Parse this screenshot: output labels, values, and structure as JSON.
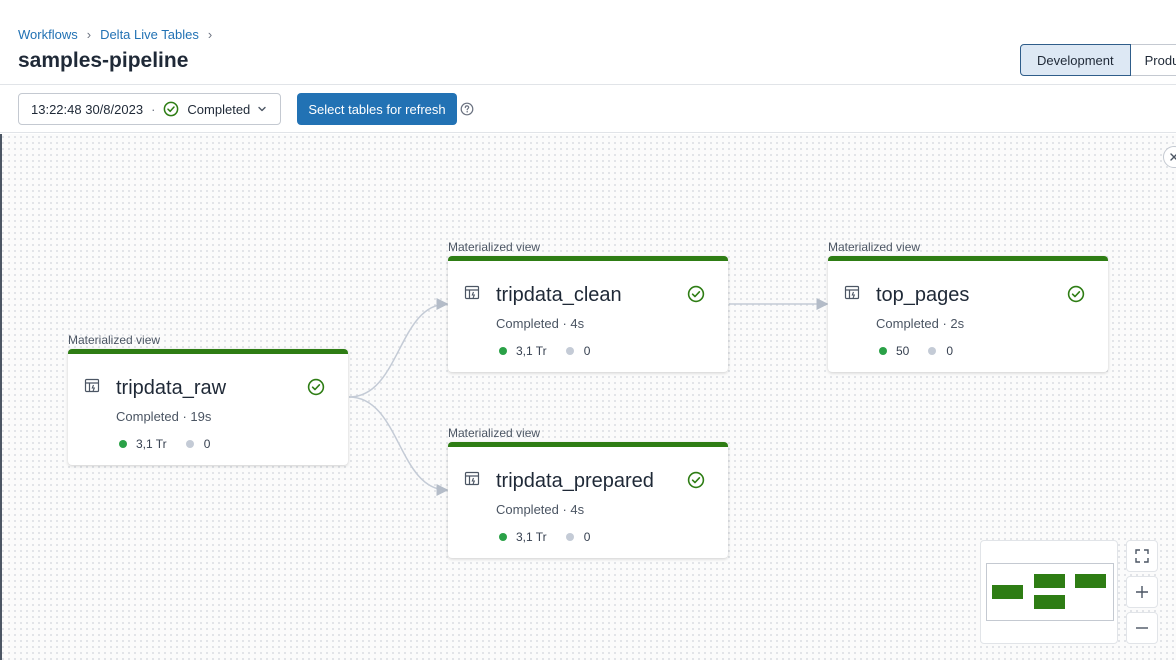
{
  "breadcrumb": [
    "Workflows",
    "Delta Live Tables"
  ],
  "page_title": "samples-pipeline",
  "modes": {
    "development": "Development",
    "production": "Production"
  },
  "run": {
    "timestamp": "13:22:48 30/8/2023",
    "separator": "·",
    "status": "Completed"
  },
  "refresh_button": "Select tables for refresh",
  "nodes": [
    {
      "caption": "Materialized view",
      "name": "tripdata_raw",
      "status": "Completed · 19s",
      "rows": "3,1 Tr",
      "skipped": "0"
    },
    {
      "caption": "Materialized view",
      "name": "tripdata_clean",
      "status": "Completed · 4s",
      "rows": "3,1 Tr",
      "skipped": "0"
    },
    {
      "caption": "Materialized view",
      "name": "top_pages",
      "status": "Completed · 2s",
      "rows": "50",
      "skipped": "0"
    },
    {
      "caption": "Materialized view",
      "name": "tripdata_prepared",
      "status": "Completed · 4s",
      "rows": "3,1 Tr",
      "skipped": "0"
    }
  ],
  "colors": {
    "accent": "#2272b4",
    "success": "#2e7d14",
    "success_dot": "#2aa147",
    "muted_dot": "#c4cbd6"
  },
  "icons": [
    "chevron-right-icon",
    "check-circle-icon",
    "chevron-down-icon",
    "help-icon",
    "table-icon",
    "close-icon",
    "fullscreen-icon",
    "plus-icon",
    "minus-icon"
  ]
}
